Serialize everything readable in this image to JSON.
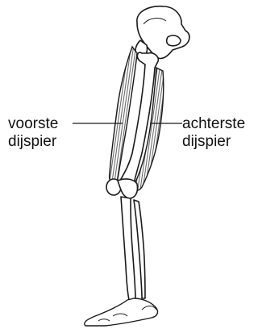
{
  "labels": {
    "front": {
      "line1": "voorste",
      "line2": "dijspier"
    },
    "back": {
      "line1": "achterste",
      "line2": "dijspier"
    }
  },
  "colors": {
    "line": "#1a1a1a",
    "muscle_fill": "#9a9a9a",
    "bone_fill": "#ffffff"
  }
}
